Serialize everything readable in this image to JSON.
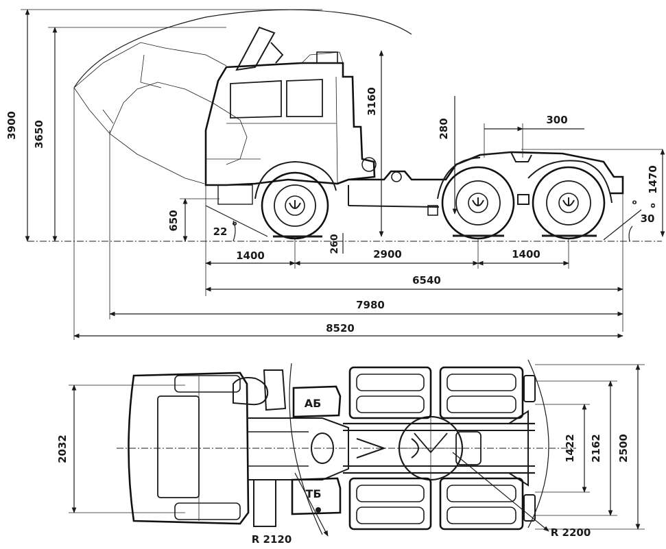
{
  "side_view": {
    "overall_height_label": "3900",
    "cab_height_label": "3650",
    "fifth_wheel_height_label": "3160",
    "frame_height_label": "280",
    "saddle_offset_label": "300",
    "coupling_height_label": "1470",
    "departure_angle_label": "30",
    "departure_angle_unit": "o",
    "front_overhang_height_label": "650",
    "approach_angle_label": "22",
    "approach_angle_unit": "o",
    "ground_clearance_label": "260",
    "front_overhang_label": "1400",
    "wheelbase_label": "2900",
    "bogie_base_label": "1400",
    "length_a_label": "6540",
    "length_b_label": "7980",
    "length_c_label": "8520"
  },
  "top_view": {
    "battery_box_label": "АБ",
    "fuel_tank_label": "ТБ",
    "front_track_label": "2032",
    "rear_inner_track_label": "1422",
    "rear_track_label": "2162",
    "overall_width_label": "2500",
    "turning_radius_front_label": "R 2120",
    "turning_radius_rear_label": "R 2200"
  }
}
